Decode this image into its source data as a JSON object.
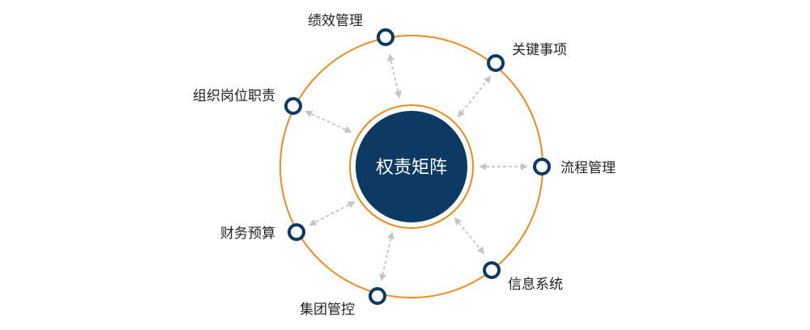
{
  "center": {
    "label": "权责矩阵"
  },
  "nodes": [
    {
      "id": "performance",
      "label": "绩效管理"
    },
    {
      "id": "key-items",
      "label": "关键事项"
    },
    {
      "id": "process",
      "label": "流程管理"
    },
    {
      "id": "info-system",
      "label": "信息系统"
    },
    {
      "id": "group-control",
      "label": "集团管控"
    },
    {
      "id": "budget",
      "label": "财务预算"
    },
    {
      "id": "org-duty",
      "label": "组织岗位职责"
    }
  ],
  "colors": {
    "ring": "#EE8A1E",
    "navy": "#0D3A63",
    "arrow": "#C4C4C4",
    "text": "#222222"
  }
}
